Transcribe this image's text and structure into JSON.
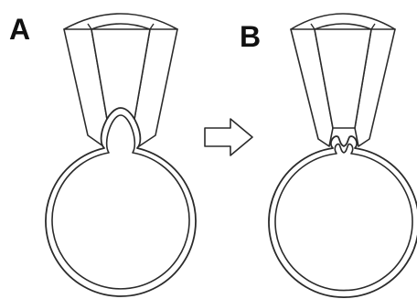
{
  "panels": {
    "a": {
      "label": "A"
    },
    "b": {
      "label": "B"
    }
  },
  "arrow": {
    "direction": "right",
    "icon": "outline-arrow-right"
  },
  "colors": {
    "stroke": "#2b2b2b",
    "fill": "#ffffff",
    "background": "#ffffff"
  }
}
